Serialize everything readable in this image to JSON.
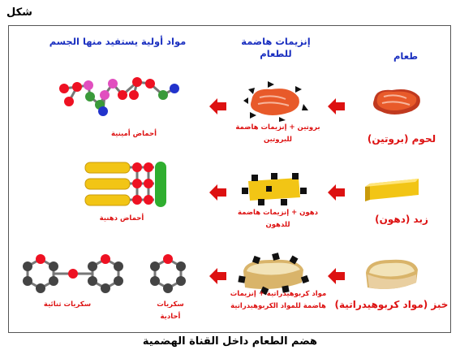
{
  "figure_label": "شكل",
  "headers": {
    "food": "طعام",
    "enzymes": "إنزيمات هاضمة للطعام",
    "raw": "مواد أولية يستفيد منها الجسم"
  },
  "rows": [
    {
      "food_label": "لحوم (بروتين)",
      "mix_label": "بروتين + إنزيمات هاضمة للبروتين",
      "product_label": "أحماض أمينية"
    },
    {
      "food_label": "زبد (دهون)",
      "mix_label": "دهون + إنزيمات هاضمة للدهون",
      "product_label": "أحماض دهنية"
    },
    {
      "food_label": "خبز (مواد كربوهيدراتية)",
      "mix_label": "مواد كربوهيدراتية + إنزيمات هاضمة للمواد الكربوهيدراتية",
      "product_label_1": "سكريات أحادية",
      "product_label_2": "سكريات ثنائية"
    }
  ],
  "caption": "هضم الطعام داخل القناة الهضمية",
  "colors": {
    "arrow": "#dd1111",
    "header": "#1a2fc0",
    "label": "#dd1111",
    "meat": "#e85a2a",
    "butter": "#f2c515",
    "bread": "#f2e3b8"
  },
  "icons": [
    "meat-icon",
    "butter-icon",
    "bread-icon",
    "enzyme-square-icon",
    "arrow-left-icon",
    "molecule-icon"
  ]
}
